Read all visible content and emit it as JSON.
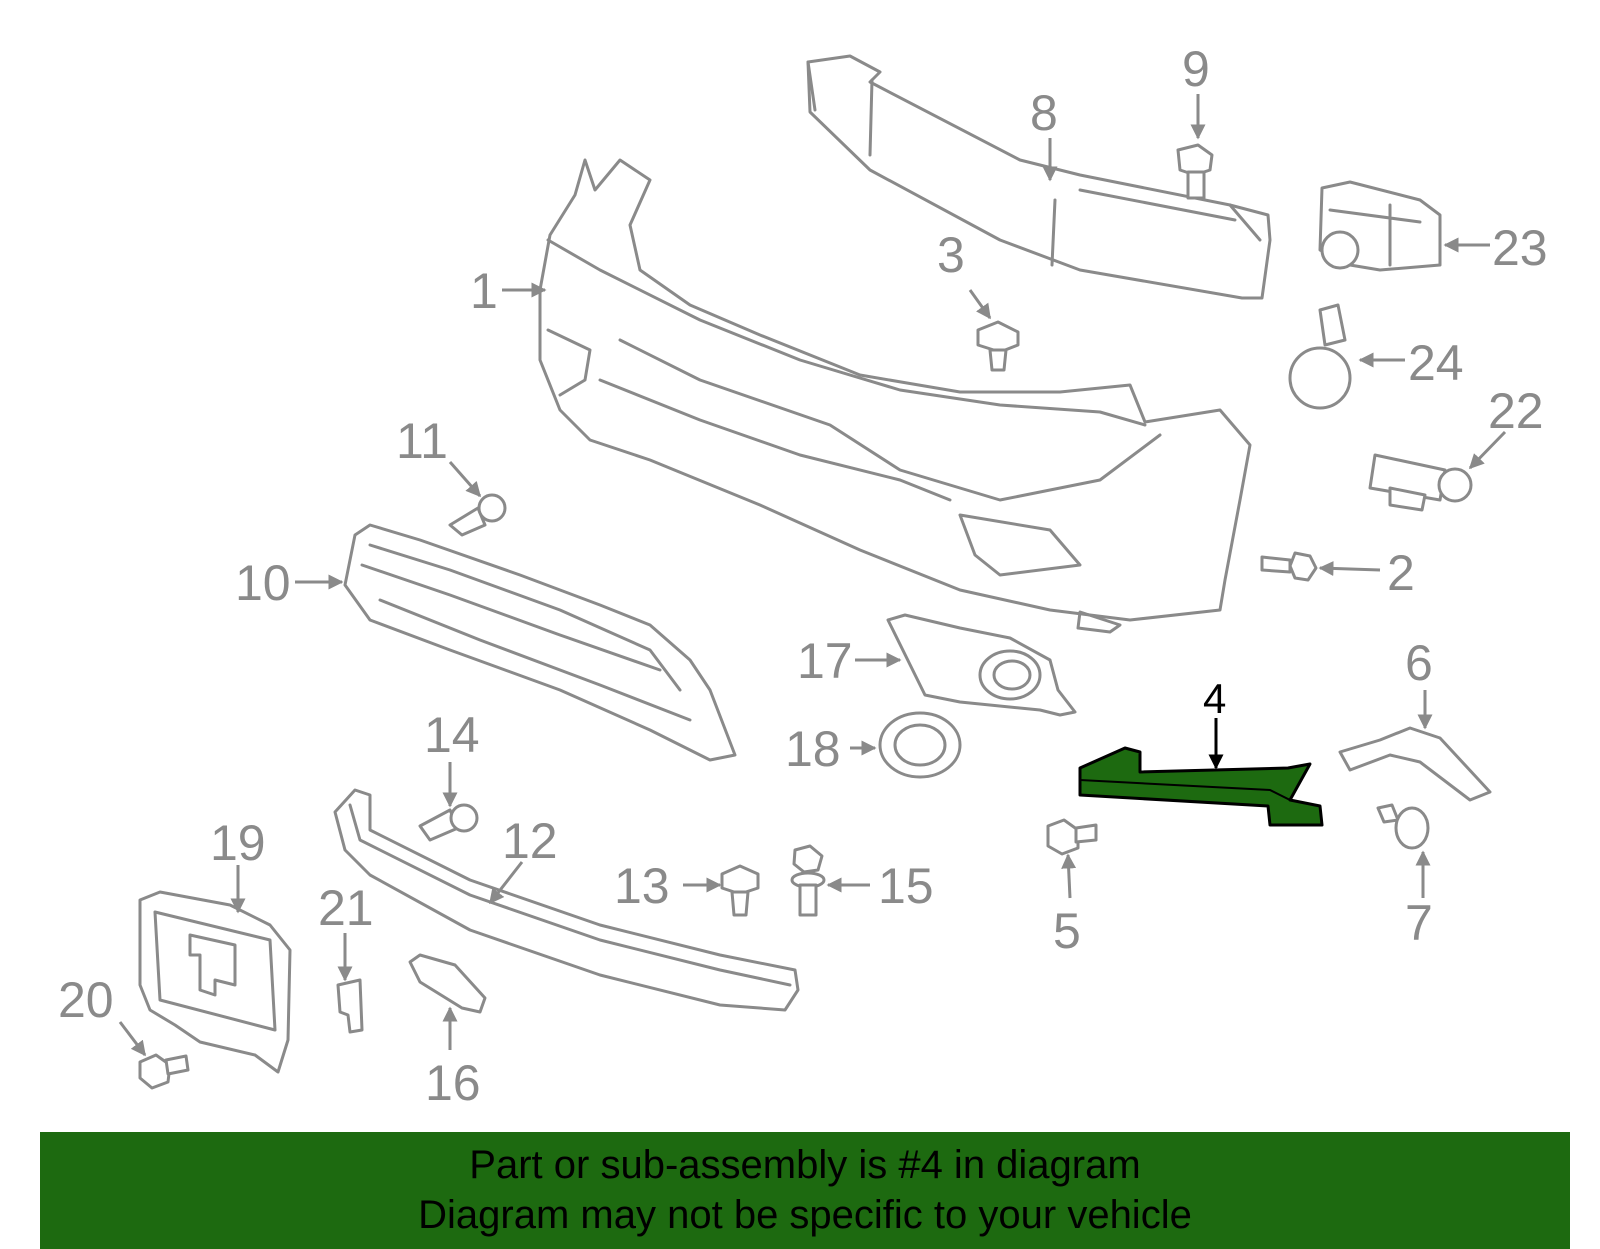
{
  "diagram": {
    "callouts": [
      "1",
      "2",
      "3",
      "4",
      "5",
      "6",
      "7",
      "8",
      "9",
      "10",
      "11",
      "12",
      "13",
      "14",
      "15",
      "16",
      "17",
      "18",
      "19",
      "20",
      "21",
      "22",
      "23",
      "24"
    ],
    "highlighted_part": "4",
    "colors": {
      "highlight": "#1d6a10",
      "line": "#8a8a8a",
      "banner": "#1d6a10"
    }
  },
  "banner": {
    "line1": "Part or sub-assembly is #4 in diagram",
    "line2": "Diagram may not be specific to your vehicle"
  }
}
